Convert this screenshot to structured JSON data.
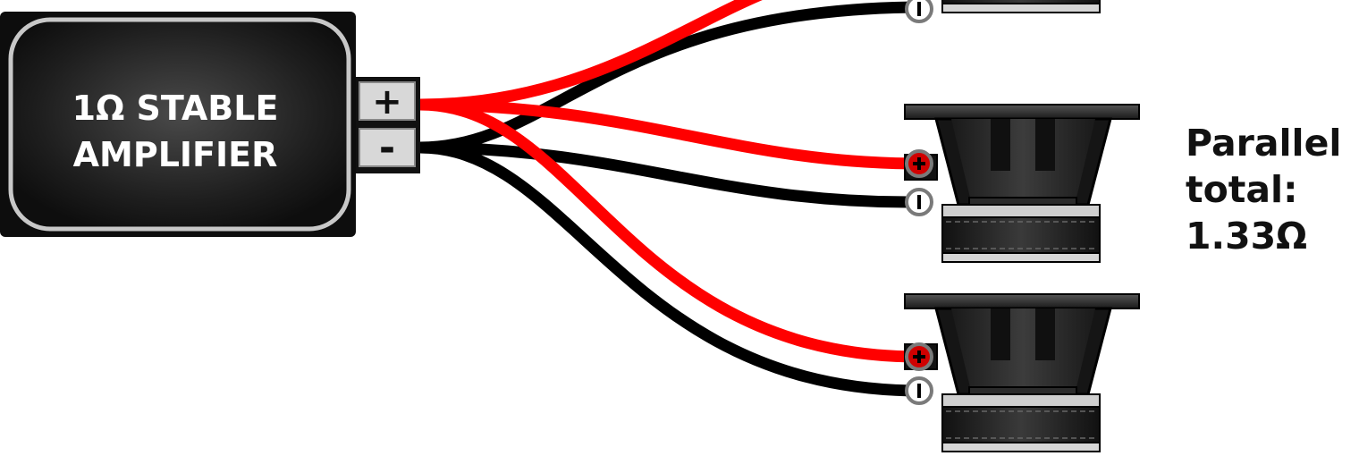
{
  "amplifier": {
    "title_line1": "1Ω STABLE",
    "title_line2": "AMPLIFIER",
    "positive_terminal": "+",
    "negative_terminal": "-"
  },
  "speakers": {
    "count": 3,
    "wiring": "parallel"
  },
  "total": {
    "line1": "Parallel",
    "line2": "total:",
    "line3": "1.33Ω"
  },
  "colors": {
    "positive_wire": "#ff0000",
    "negative_wire": "#000000",
    "amp_body": "#1c1c1c",
    "terminal_block": "#d8d8d8"
  }
}
